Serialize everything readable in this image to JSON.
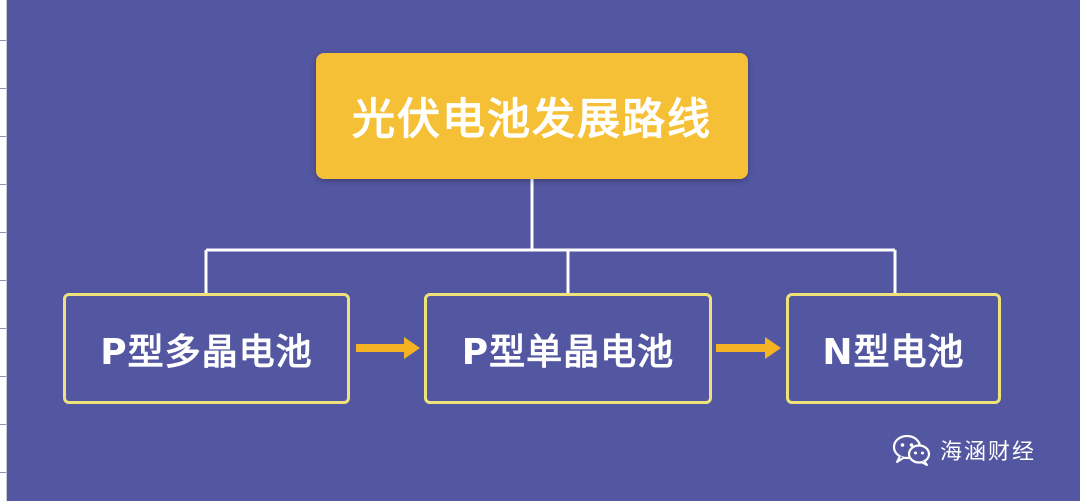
{
  "diagram": {
    "title": "光伏电池发展路线",
    "nodes": [
      {
        "label": "P型多晶电池"
      },
      {
        "label": "P型单晶电池"
      },
      {
        "label": "N型电池"
      }
    ],
    "arrows": [
      {
        "from": "P型多晶电池",
        "to": "P型单晶电池"
      },
      {
        "from": "P型单晶电池",
        "to": "N型电池"
      }
    ]
  },
  "watermark": {
    "icon": "wechat-icon",
    "text": "海涵财经"
  },
  "colors": {
    "background": "#5356a0",
    "title_box": "#f5c035",
    "node_border": "#f0e27a",
    "connector": "#ffffff",
    "arrow": "#f5b324"
  }
}
